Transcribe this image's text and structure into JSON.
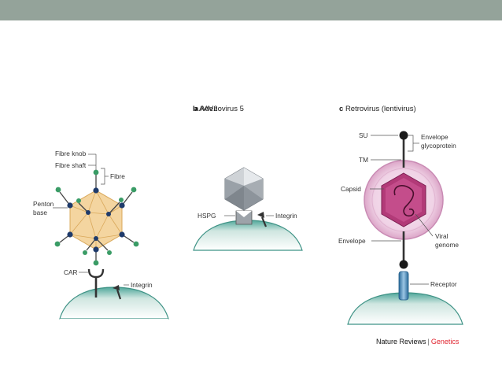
{
  "colors": {
    "top_bar": "#94a39a",
    "cell": "#4fa79a",
    "capsid_fill": "#f6d9a6",
    "envelope": "#e8c3dd",
    "capsid_hex": "#b23a78",
    "accent_credit": "#e0232e"
  },
  "panels": [
    {
      "letter": "a",
      "title": "Adenovirus 5",
      "labels": {
        "fibre_knob": "Fibre knob",
        "fibre_shaft": "Fibre shaft",
        "fibre": "Fibre",
        "penton_line1": "Penton",
        "penton_line2": "base",
        "car": "CAR",
        "integrin": "Integrin"
      }
    },
    {
      "letter": "b",
      "title": "AAV2",
      "labels": {
        "hspg": "HSPG",
        "integrin": "Integrin"
      }
    },
    {
      "letter": "c",
      "title": "Retrovirus (lentivirus)",
      "labels": {
        "su": "SU",
        "tm": "TM",
        "envelope_gp_line1": "Envelope",
        "envelope_gp_line2": "glycoprotein",
        "capsid": "Capsid",
        "envelope": "Envelope",
        "viral_line1": "Viral",
        "viral_line2": "genome",
        "receptor": "Receptor"
      }
    }
  ],
  "credit": {
    "journal": "Nature Reviews",
    "separator": "|",
    "section": "Genetics"
  }
}
